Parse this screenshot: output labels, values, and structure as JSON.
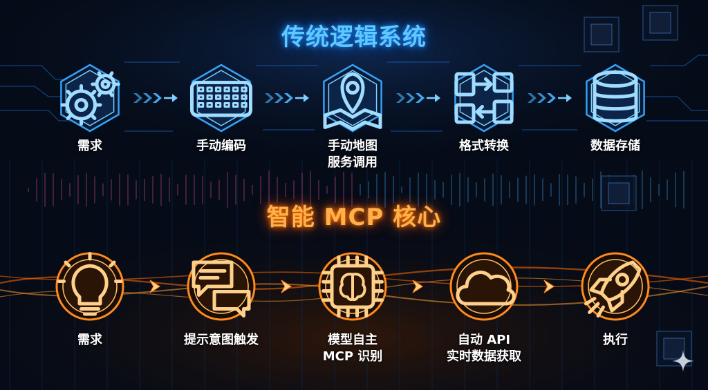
{
  "traditional": {
    "title": "传统逻辑系统",
    "steps": [
      {
        "lines": [
          "需求"
        ],
        "icon": "gears-icon"
      },
      {
        "lines": [
          "手动编码"
        ],
        "icon": "keyboard-icon"
      },
      {
        "lines": [
          "手动地图",
          "服务调用"
        ],
        "icon": "map-pin-icon"
      },
      {
        "lines": [
          "格式转换"
        ],
        "icon": "data-transform-icon"
      },
      {
        "lines": [
          "数据存储"
        ],
        "icon": "database-icon"
      }
    ],
    "color": "#3aa8ff"
  },
  "mcp": {
    "title": "智能 MCP 核心",
    "steps": [
      {
        "lines": [
          "需求"
        ],
        "icon": "lightbulb-icon"
      },
      {
        "lines": [
          "提示意图触发"
        ],
        "icon": "chat-bubbles-icon"
      },
      {
        "lines": [
          "模型自主",
          "MCP 识别"
        ],
        "icon": "brain-chip-icon"
      },
      {
        "lines": [
          "自动 API",
          "实时数据获取"
        ],
        "icon": "cloud-icon"
      },
      {
        "lines": [
          "执行"
        ],
        "icon": "rocket-icon"
      }
    ],
    "color": "#ff8a1f"
  }
}
